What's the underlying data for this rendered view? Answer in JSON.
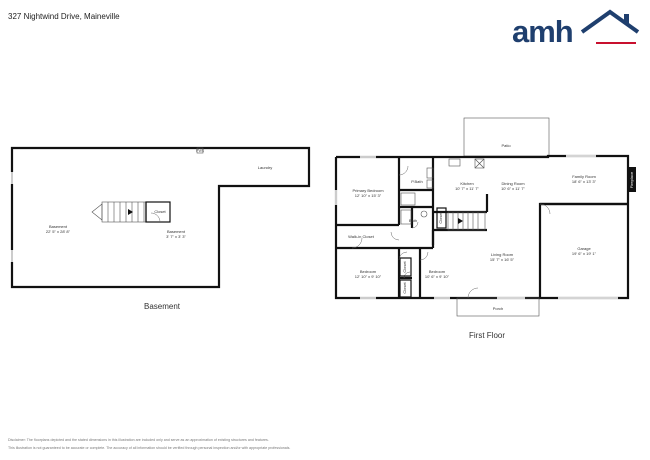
{
  "header": {
    "address": "327 Nightwind Drive, Maineville",
    "logo_text": "amh"
  },
  "colors": {
    "brand_blue": "#1f3f6e",
    "brand_red": "#c8102e",
    "wall": "#111111"
  },
  "basement": {
    "title": "Basement",
    "rooms": [
      {
        "name": "Laundry",
        "dims": ""
      },
      {
        "name": "Closet",
        "dims": ""
      },
      {
        "name": "Basement",
        "dims": "22' 5\" x 28' 8\""
      },
      {
        "name": "Basement",
        "dims": "3' 7\" x 3' 3\""
      },
      {
        "name": "FVS",
        "dims": ""
      }
    ]
  },
  "first_floor": {
    "title": "First Floor",
    "rooms": [
      {
        "name": "Patio",
        "dims": ""
      },
      {
        "name": "Primary Bedroom",
        "dims": "12' 10\" x 15' 3\""
      },
      {
        "name": "P.Bath",
        "dims": ""
      },
      {
        "name": "Kitchen",
        "dims": "10' 7\" x 11' 7\""
      },
      {
        "name": "Dining Room",
        "dims": "10' 6\" x 11' 7\""
      },
      {
        "name": "Family Room",
        "dims": "18' 6\" x 13' 3\""
      },
      {
        "name": "Fireplace",
        "dims": ""
      },
      {
        "name": "Bath",
        "dims": ""
      },
      {
        "name": "Closet",
        "dims": ""
      },
      {
        "name": "Walk-in Closet",
        "dims": ""
      },
      {
        "name": "Living Room",
        "dims": "15' 7\" x 16' 5\""
      },
      {
        "name": "Garage",
        "dims": "19' 6\" x 19' 1\""
      },
      {
        "name": "Bedroom",
        "dims": "12' 10\" x 9' 10\""
      },
      {
        "name": "Bedroom",
        "dims": "10' 6\" x 9' 10\""
      },
      {
        "name": "Closet",
        "dims": ""
      },
      {
        "name": "Closet",
        "dims": ""
      },
      {
        "name": "Porch",
        "dims": ""
      }
    ]
  },
  "disclaimer": [
    "Disclaimer: The floorplans depicted and the stated dimensions in this illustration are included only and serve as an approximation of existing structures and features.",
    "This illustration is not guaranteed to be accurate or complete. The accuracy of all information should be verified through personal inspection and/or with appropriate professionals."
  ]
}
